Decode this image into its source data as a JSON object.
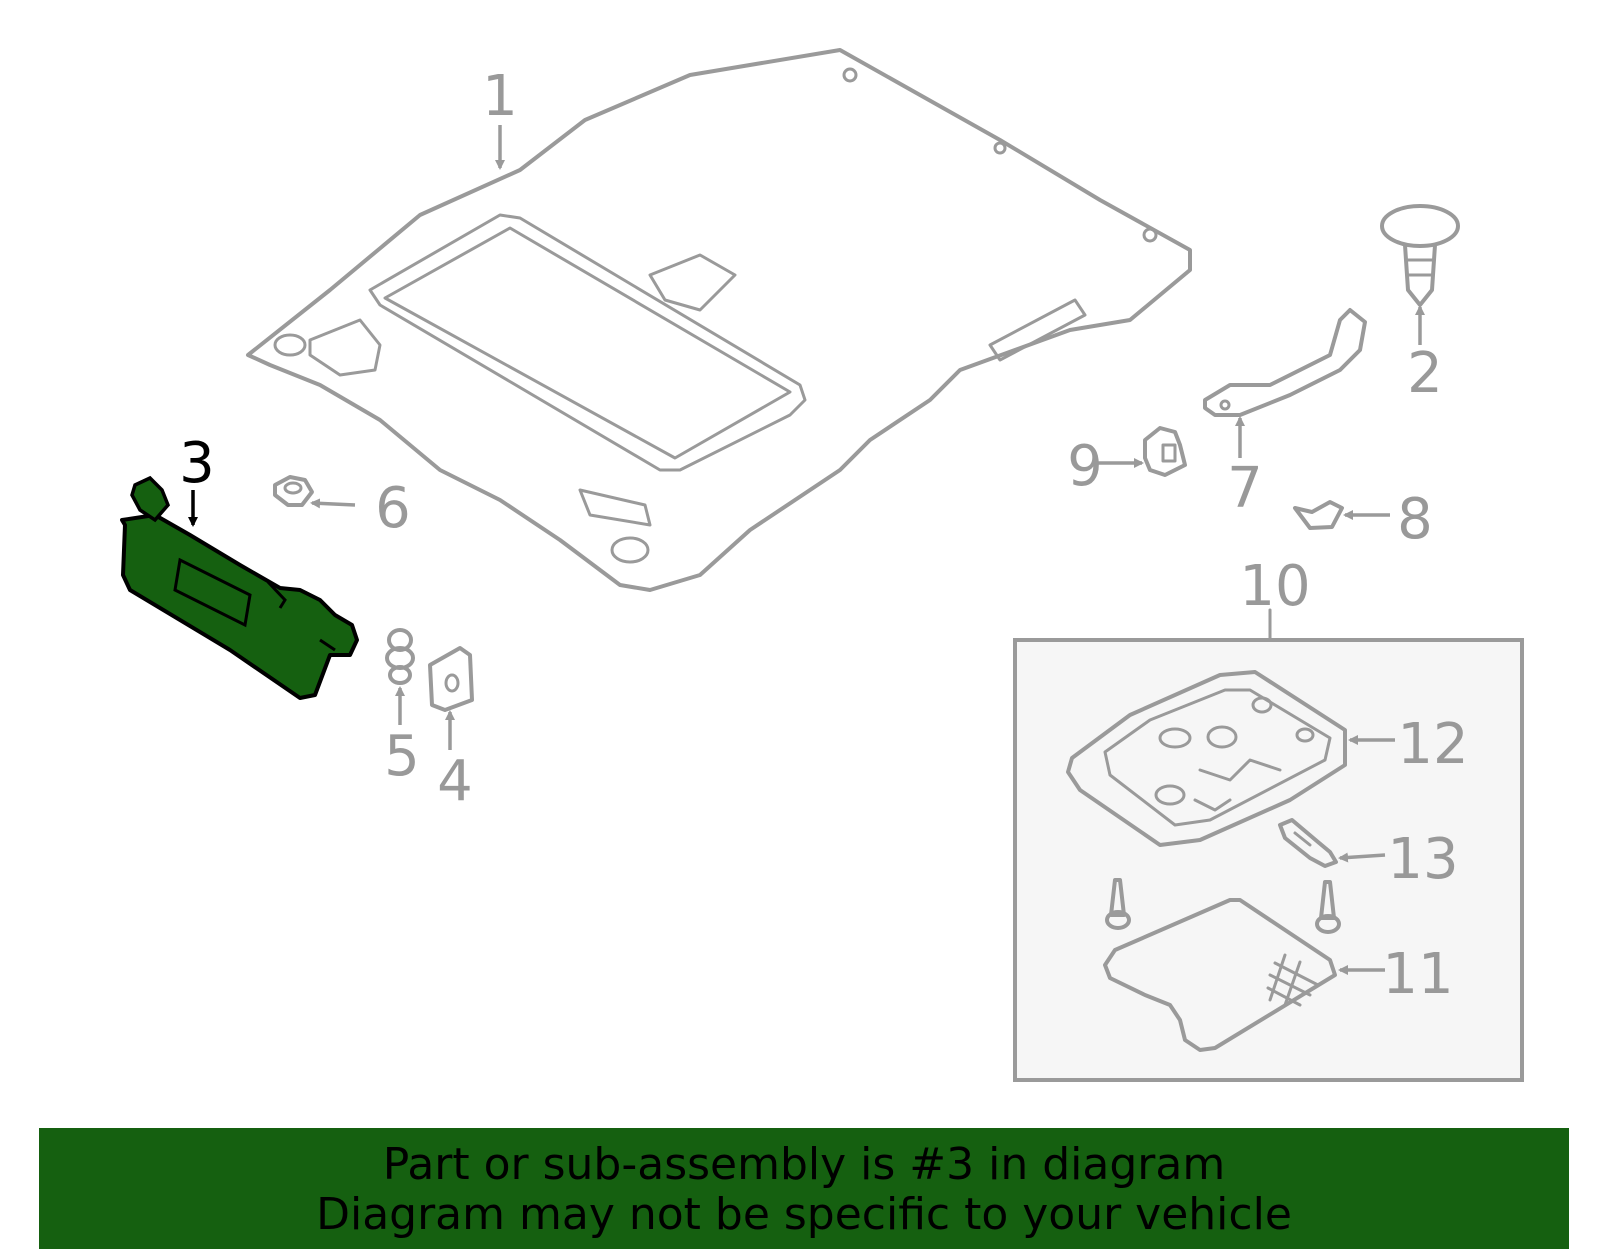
{
  "diagram": {
    "highlighted_part": "3",
    "highlight_color": "#156010",
    "line_color": "#9a9a9a",
    "labels": {
      "p1": "1",
      "p2": "2",
      "p3": "3",
      "p4": "4",
      "p5": "5",
      "p6": "6",
      "p7": "7",
      "p8": "8",
      "p9": "9",
      "p10": "10",
      "p11": "11",
      "p12": "12",
      "p13": "13"
    }
  },
  "banner": {
    "line1": "Part or sub-assembly is #3 in diagram",
    "line2": "Diagram may not be specific to your vehicle"
  }
}
